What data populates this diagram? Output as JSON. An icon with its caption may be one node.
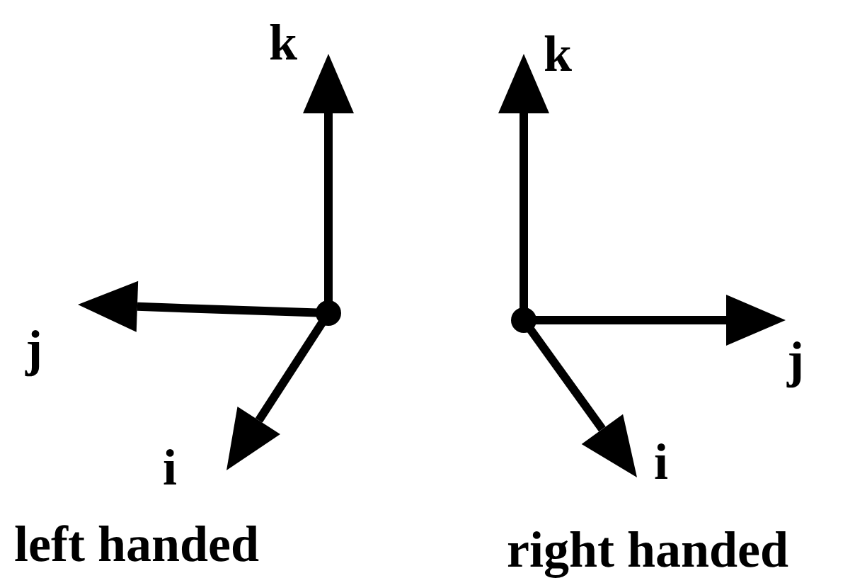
{
  "diagram": {
    "labels": [
      "k",
      "j",
      "i",
      "left handed",
      "k",
      "j",
      "i",
      "right handed"
    ]
  }
}
